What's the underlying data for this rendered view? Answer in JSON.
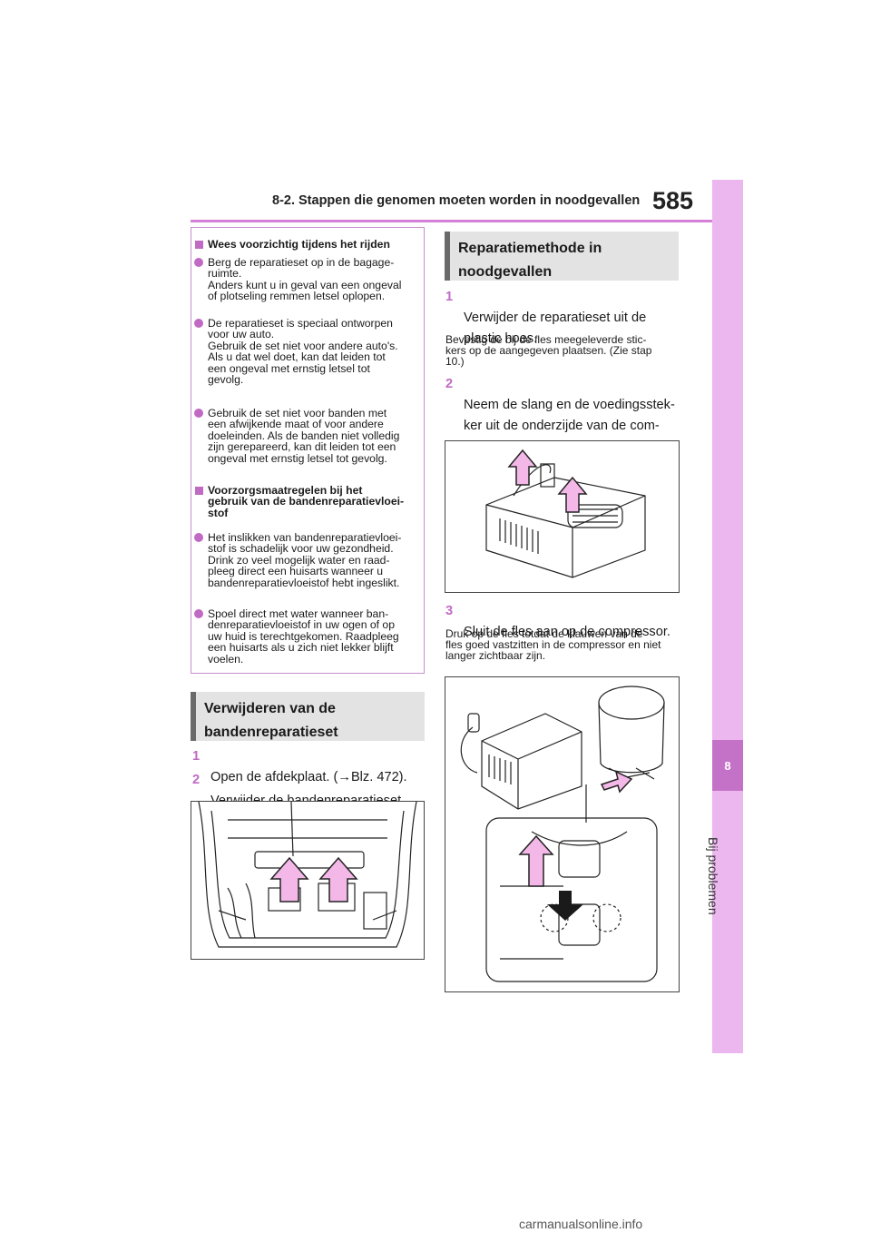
{
  "header": {
    "section_title": "8-2. Stappen die genomen moeten worden in noodgevallen",
    "page_number": "585"
  },
  "side_tab": {
    "chapter_number": "8",
    "chapter_title": "Bij problemen"
  },
  "caution": {
    "items": [
      {
        "type": "heading",
        "text": "Wees voorzichtig tijdens het rijden"
      },
      {
        "type": "bullet",
        "text": "Berg de reparatieset op in de bagage-\nruimte.\nAnders kunt u in geval van een ongeval\nof plotseling remmen letsel oplopen."
      },
      {
        "type": "bullet",
        "text": "De reparatieset is speciaal ontworpen\nvoor uw auto.\nGebruik de set niet voor andere auto's.\nAls u dat wel doet, kan dat leiden tot\neen ongeval met ernstig letsel tot\ngevolg."
      },
      {
        "type": "bullet",
        "text": "Gebruik de set niet voor banden met\neen afwijkende maat of voor andere\ndoeleinden. Als de banden niet volledig\nzijn gerepareerd, kan dit leiden tot een\nongeval met ernstig letsel tot gevolg."
      },
      {
        "type": "heading",
        "text": "Voorzorgsmaatregelen bij het\ngebruik van de bandenreparatievloei-\nstof"
      },
      {
        "type": "bullet",
        "text": "Het inslikken van bandenreparatievloei-\nstof is schadelijk voor uw gezondheid.\nDrink zo veel mogelijk water en raad-\npleeg direct een huisarts wanneer u\nbandenreparatievloeistof hebt ingeslikt."
      },
      {
        "type": "bullet",
        "text": "Spoel direct met water wanneer ban-\ndenreparatievloeistof in uw ogen of op\nuw huid is terechtgekomen. Raadpleeg\neen huisarts als u zich niet lekker blijft\nvoelen."
      }
    ]
  },
  "section_left": {
    "heading": "Verwijderen van de\nbandenreparatieset",
    "steps": [
      {
        "num": "1",
        "text": "Open de afdekplaat. (→Blz. 472)."
      },
      {
        "num": "2",
        "text": "Verwijder de bandenreparatieset."
      }
    ]
  },
  "section_right": {
    "heading": "Reparatiemethode in\nnoodgevallen",
    "step1": {
      "num": "1",
      "text": "Verwijder de reparatieset uit de\nplastic hoes."
    },
    "note1": "Bevestig de bij de fles meegeleverde stic-\nkers op de aangegeven plaatsen. (Zie stap\n10.)",
    "step2": {
      "num": "2",
      "text": "Neem de slang en de voedingsstek-\nker uit de onderzijde van de com-\npressor."
    },
    "step3": {
      "num": "3",
      "text": "Sluit de fles aan op de compressor."
    },
    "note3": "Druk op de fles totdat de klauwen van de\nfles goed vastzitten in de compressor en niet\nlanger zichtbaar zijn."
  },
  "watermark": "carmanualsonline.info",
  "colors": {
    "accent": "#c06ac4",
    "rule": "#d580d8",
    "tab": "#ecb7ee",
    "arrow": "#f3b8e8"
  }
}
